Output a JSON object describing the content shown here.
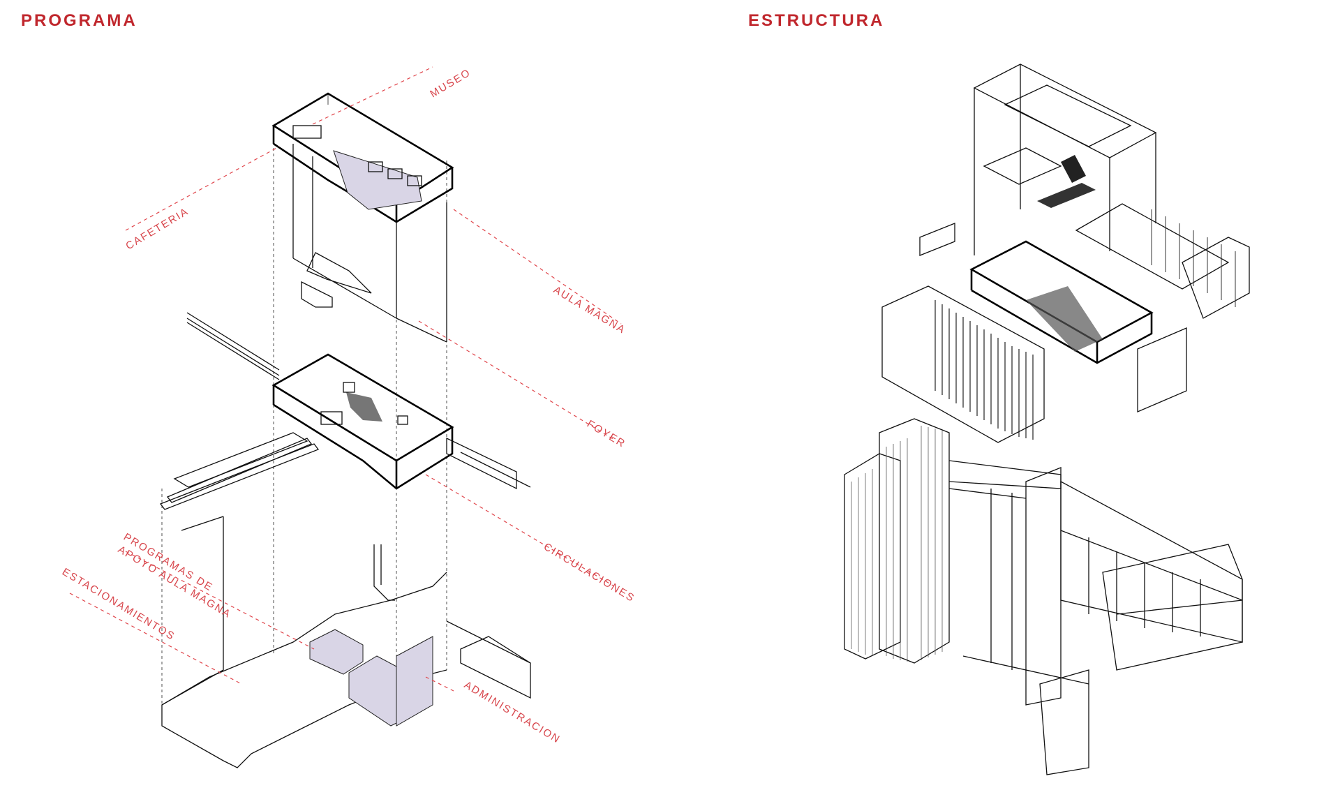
{
  "headings": {
    "programa": "PROGRAMA",
    "estructura": "ESTRUCTURA"
  },
  "labels": {
    "museo": "MUSEO",
    "cafeteria": "CAFETERIA",
    "aula_magna": "AULA MAGNA",
    "foyer": "FOYER",
    "circulaciones": "CIRCULACIONES",
    "programas_line1": "PROGRAMAS DE",
    "programas_line2": "APOYO AULA MAGNA",
    "estacionamientos": "ESTACIONAMIENTOS",
    "administracion": "ADMINISTRACION"
  },
  "colors": {
    "heading": "#c0272d",
    "label": "#d8474d",
    "highlight": "#d9d5e6",
    "line": "#111111"
  }
}
